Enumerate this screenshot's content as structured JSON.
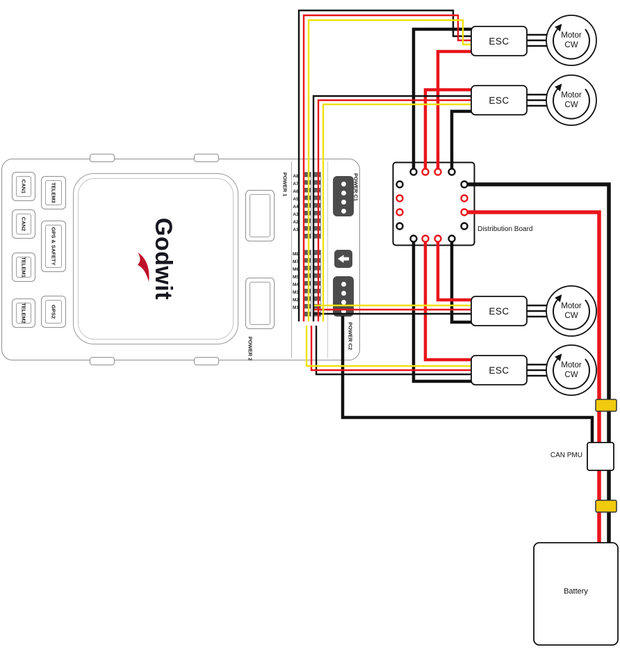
{
  "fc": {
    "brand": "Godwit",
    "left_ports": [
      "CAN1",
      "CAN2",
      "TELEM1",
      "TELEM2"
    ],
    "mid_ports": [
      "TELEM3",
      "GPS & SAFETY",
      "GPS2"
    ],
    "right_ports": [
      "POWER 1",
      "POWER 2"
    ],
    "servo_ports": [
      "POWER C1",
      "POWER C2"
    ],
    "pins_a": [
      "A8",
      "A7",
      "A6",
      "A5",
      "A4",
      "A3",
      "A2",
      "A1"
    ],
    "pins_m": [
      "M8",
      "M7",
      "M6",
      "M5",
      "M4",
      "M3",
      "M2",
      "M1"
    ]
  },
  "escs": [
    "ESC",
    "ESC",
    "ESC",
    "ESC"
  ],
  "motors": [
    {
      "name": "Motor",
      "dir": "CW"
    },
    {
      "name": "Motor",
      "dir": "CW"
    },
    {
      "name": "Motor",
      "dir": "CW"
    },
    {
      "name": "Motor",
      "dir": "CW"
    }
  ],
  "labels": {
    "distribution_board": "Distribution Board",
    "can_pmu": "CAN PMU",
    "battery": "Battery"
  },
  "colors": {
    "wire_black": "#111111",
    "wire_red": "#e8151b",
    "wire_yellow": "#f0e10c",
    "connector_yellow": "#f2ca0e",
    "logo_red": "#c0112b"
  }
}
